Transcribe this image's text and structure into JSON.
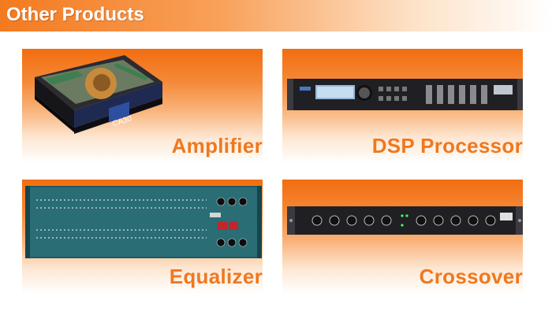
{
  "header": {
    "title": "Other Products"
  },
  "products": [
    {
      "label": "Amplifier"
    },
    {
      "label": "DSP Processor"
    },
    {
      "label": "Equalizer"
    },
    {
      "label": "Crossover"
    }
  ],
  "colors": {
    "accent": "#f47a1f",
    "label": "#f0781e",
    "rack_dark": "#1e1e22",
    "eq_panel": "#2a6d74"
  }
}
